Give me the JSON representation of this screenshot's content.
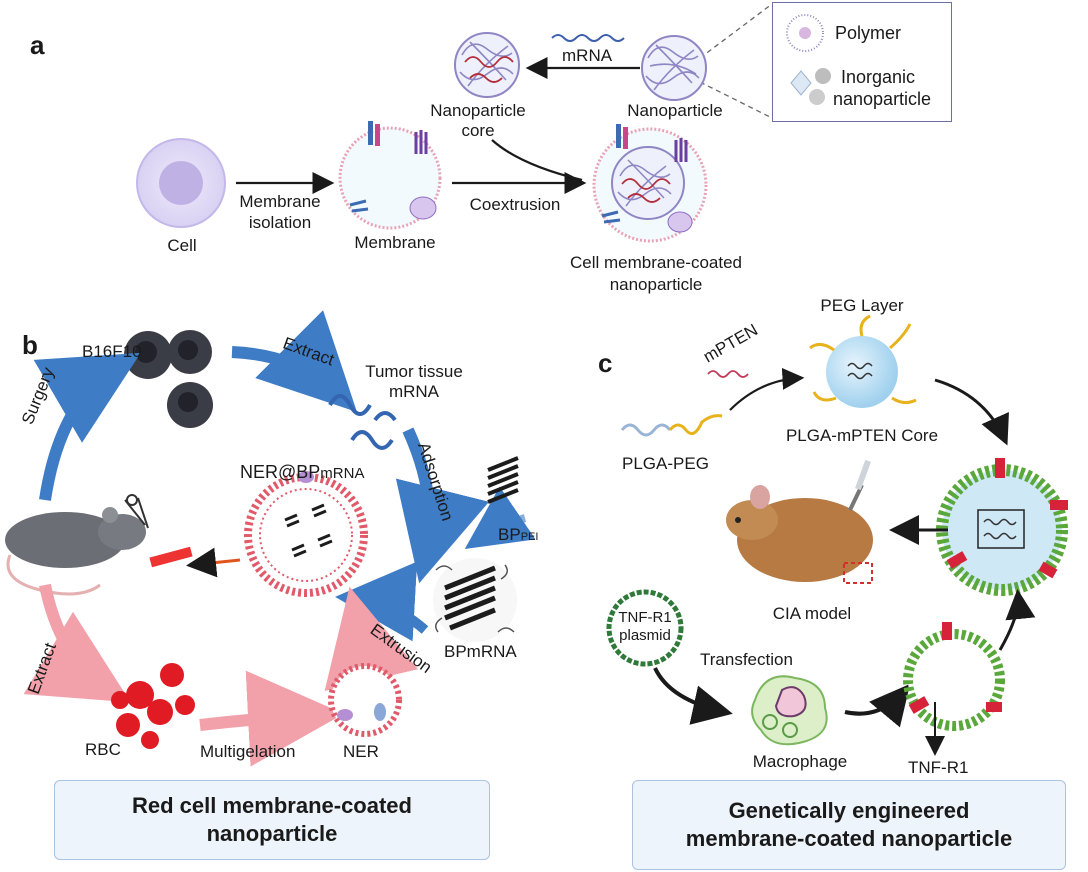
{
  "panels": {
    "a": "a",
    "b": "b",
    "c": "c"
  },
  "panel_a": {
    "legend": {
      "polymer": "Polymer",
      "inorganic_line1": "Inorganic",
      "inorganic_line2": "nanoparticle"
    },
    "mrna": "mRNA",
    "nanoparticle": "Nanoparticle",
    "core_line1": "Nanoparticle",
    "core_line2": "core",
    "cell": "Cell",
    "membrane_isolation_line1": "Membrane",
    "membrane_isolation_line2": "isolation",
    "membrane": "Membrane",
    "coextrusion": "Coextrusion",
    "coated_line1": "Cell membrane-coated",
    "coated_line2": "nanoparticle"
  },
  "panel_b": {
    "b16f10": "B16F10",
    "extract_top": "Extract",
    "tumor_line1": "Tumor tissue",
    "tumor_line2": "mRNA",
    "surgery": "Surgery",
    "adsorption": "Adsorption",
    "ner_bp_main": "NER@BP",
    "ner_bp_sub": "mRNA",
    "bp_pei_main": "BP",
    "bp_pei_sub": "PEI",
    "bpmrna": "BPmRNA",
    "extrusion": "Extrusion",
    "extract_bottom": "Extract",
    "rbc": "RBC",
    "multigelation": "Multigelation",
    "ner": "NER",
    "caption_line1": "Red cell membrane-coated",
    "caption_line2": "nanoparticle"
  },
  "panel_c": {
    "peg_layer": "PEG Layer",
    "mpten": "mPTEN",
    "plga_mpten_core": "PLGA-mPTEN Core",
    "plga_peg": "PLGA-PEG",
    "cia_model": "CIA model",
    "tnf_plasmid_line1": "TNF-R1",
    "tnf_plasmid_line2": "plasmid",
    "transfection": "Transfection",
    "macrophage": "Macrophage",
    "tnf_r1": "TNF-R1",
    "caption_line1": "Genetically engineered",
    "caption_line2": "membrane-coated nanoparticle"
  },
  "colors": {
    "blue_arrow": "#3f7cc6",
    "pink_arrow": "#f2a0aa",
    "rbc_red": "#e01b24",
    "membrane_green": "#5aa83c",
    "receptor_red": "#d6233a",
    "polymer_purple": "#8f86c4",
    "peg_yellow": "#e7b21b",
    "core_blue": "#bfe0f5"
  }
}
